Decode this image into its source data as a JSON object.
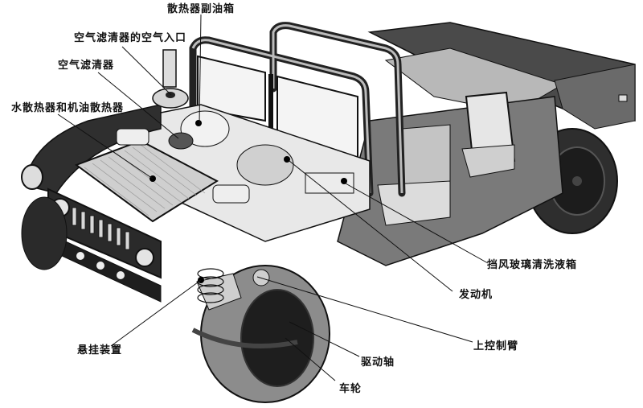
{
  "diagram": {
    "subject": "Cutaway illustration of a military utility vehicle (Humvee) showing component locations",
    "colors": {
      "background": "#ffffff",
      "line": "#111111",
      "body_dark": "#3a3a3a",
      "body_mid": "#8a8a8a",
      "body_light": "#d8d8d8"
    },
    "labels": [
      {
        "id": "radiator_surge_tank",
        "text": "散热器副油箱"
      },
      {
        "id": "air_cleaner_inlet",
        "text": "空气滤清器的空气入口"
      },
      {
        "id": "air_cleaner",
        "text": "空气滤清器"
      },
      {
        "id": "radiator_oil_cooler",
        "text": "水散热器和机油散热器"
      },
      {
        "id": "windshield_washer_tank",
        "text": "挡风玻璃清洗液箱"
      },
      {
        "id": "engine",
        "text": "发动机"
      },
      {
        "id": "upper_control_arm",
        "text": "上控制臂"
      },
      {
        "id": "suspension",
        "text": "悬挂装置"
      },
      {
        "id": "drive_shaft",
        "text": "驱动轴"
      },
      {
        "id": "wheel",
        "text": "车轮"
      }
    ]
  }
}
